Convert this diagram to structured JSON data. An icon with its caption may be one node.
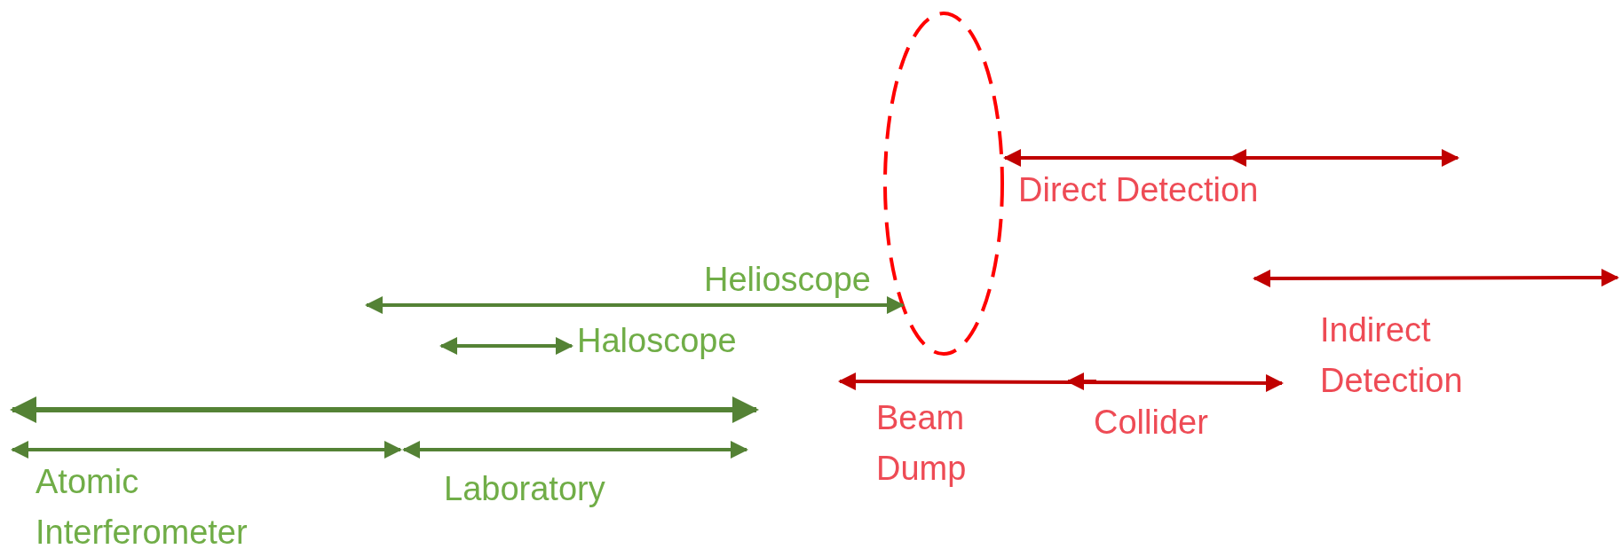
{
  "diagram": {
    "nodes": [
      {
        "text": [],
        "shape": "ellipse"
      }
    ],
    "labels": [
      "Direct Detection",
      "Helioscope",
      "Indirect Detection",
      "Haloscope",
      "Beam Dump",
      "Collider",
      "Atomic Interferometer",
      "Laboratory"
    ]
  }
}
